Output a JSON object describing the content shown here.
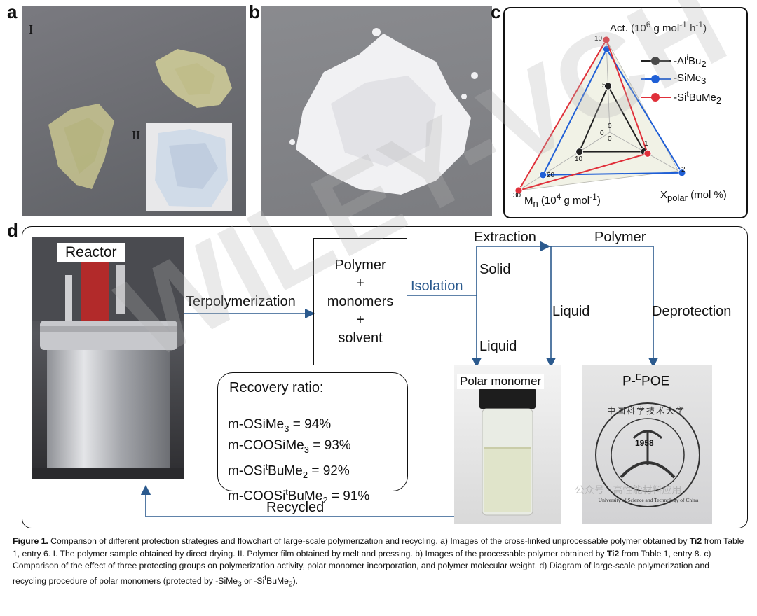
{
  "panels": {
    "a": {
      "letter": "a",
      "label_I": "I",
      "label_II": "II"
    },
    "b": {
      "letter": "b"
    },
    "c": {
      "letter": "c",
      "act_axis": "Act. (10",
      "act_axis_sup": "6",
      "act_axis_rest": " g mol",
      "act_axis_sup2": "-1",
      "act_axis_rest2": " h",
      "act_axis_sup3": "-1",
      "act_axis_end": ")",
      "mn_axis": "M",
      "mn_axis_sub": "n",
      "mn_axis_rest": " (10",
      "mn_axis_sup": "4",
      "mn_axis_rest2": " g mol",
      "mn_axis_sup2": "-1",
      "mn_axis_end": ")",
      "xp_axis": "X",
      "xp_axis_sub": "polar",
      "xp_axis_end": " (mol %)",
      "ticks": {
        "act_10": "10",
        "act_5": "5",
        "act_0": "0",
        "mn_30": "30",
        "mn_20": "20",
        "mn_10": "10",
        "mn_0": "0",
        "xp_2": "2",
        "xp_1": "1",
        "xp_0": "0"
      },
      "legend": [
        {
          "name_pre": "-Al",
          "name_sup": "i",
          "name_mid": "Bu",
          "name_sub": "2",
          "color": "#222222"
        },
        {
          "name_pre": "-SiMe",
          "name_sup": "",
          "name_mid": "",
          "name_sub": "3",
          "color": "#1f5fd6"
        },
        {
          "name_pre": "-Si",
          "name_sup": "t",
          "name_mid": "BuMe",
          "name_sub": "2",
          "color": "#e0303a"
        }
      ]
    },
    "d": {
      "letter": "d",
      "reactor": "Reactor",
      "terpolymerization": "Terpolymerization",
      "box_line1": "Polymer",
      "box_line2": "+",
      "box_line3": "monomers",
      "box_line4": "+",
      "box_line5": "solvent",
      "isolation": "Isolation",
      "solid": "Solid",
      "extraction": "Extraction",
      "polymer": "Polymer",
      "liquid1": "Liquid",
      "liquid2": "Liquid",
      "deprotection": "Deprotection",
      "polar_monomer": "Polar monomer",
      "pepoe_pre": "P-",
      "pepoe_sup": "E",
      "pepoe_post": "POE",
      "recycled": "Recycled",
      "recovery_title": "Recovery ratio:",
      "recovery": [
        {
          "pre": "m-OSiMe",
          "sup": "",
          "mid": "",
          "sub": "3",
          "post": " = 94%"
        },
        {
          "pre": "m-COOSiMe",
          "sup": "",
          "mid": "",
          "sub": "3",
          "post": " = 93%"
        },
        {
          "pre": "m-OSi",
          "sup": "t",
          "mid": "BuMe",
          "sub": "2",
          "post": " = 92%"
        },
        {
          "pre": "m-COOSi",
          "sup": "t",
          "mid": "BuMe",
          "sub": "2",
          "post": " = 91%"
        }
      ],
      "seal_year": "1958",
      "seal_text": "University of Science and Technology of China",
      "seal_cn": "中国科学技术大学"
    }
  },
  "watermark": {
    "text": "WILEY-VCH",
    "wechat": "公众号 · 高性能材料应用"
  },
  "caption": {
    "fig": "Figure 1.",
    "t1": " Comparison of different protection strategies and flowchart of large-scale polymerization and recycling. a) Images of the cross-linked unprocessable polymer obtained by ",
    "ti2a": "Ti2",
    "t2": " from Table 1, entry 6. I. The polymer sample obtained by direct drying. II. Polymer film obtained by melt and pressing. b) Images of the processable polymer obtained by ",
    "ti2b": "Ti2",
    "t3": " from Table 1, entry 8. c) Comparison of the effect of three protecting groups on polymerization activity, polar monomer incorporation, and polymer molecular weight. d) Diagram of large-scale polymerization and recycling procedure of polar monomers (protected by -SiMe",
    "t3sub": "3",
    "t4": " or -Si",
    "t4sup": "t",
    "t5": "BuMe",
    "t5sub": "2",
    "t6": ")."
  }
}
